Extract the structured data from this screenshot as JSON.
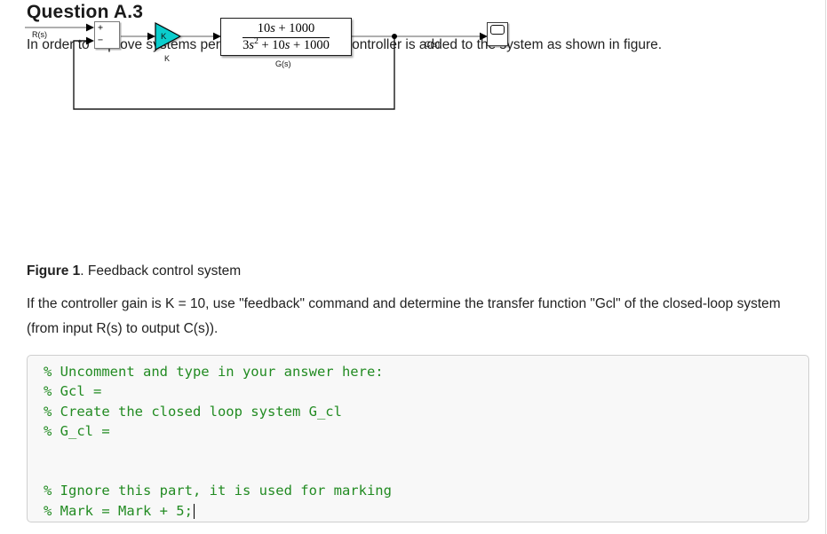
{
  "header": {
    "title": "Question A.3"
  },
  "intro": "In order to improve systems performance a feedack controller is added to the system as shown in figure.",
  "figure": {
    "caption_label": "Figure 1",
    "caption_text": ". Feedback control system",
    "diagram": {
      "input_label": "R(s)",
      "sum_plus": "+",
      "sum_minus": "−",
      "gain_symbol": "K",
      "gain_label": "K",
      "gain_color": "#0bcdcd",
      "tf": {
        "num_coeff": "10",
        "num_var": "s",
        "num_rest": " + 1000",
        "den_coeff": "3",
        "den_var1": "s",
        "den_sup": "2",
        "den_mid": " + 10",
        "den_var2": "s",
        "den_rest": " + 1000"
      },
      "tf_label": "G(s)",
      "output_label": "C(s)"
    }
  },
  "instruction": "If the controller gain is K = 10, use \"feedback\" command and determine the transfer function \"Gcl\" of the closed-loop system (from input R(s) to output C(s)).",
  "code_editor": {
    "comment_color": "#228B22",
    "lines": [
      "% Uncomment and type in your answer here:",
      "% Gcl =",
      "% Create the closed loop system G_cl",
      "% G_cl =",
      "",
      "",
      "% Ignore this part, it is used for marking",
      "% Mark = Mark + 5;"
    ]
  }
}
